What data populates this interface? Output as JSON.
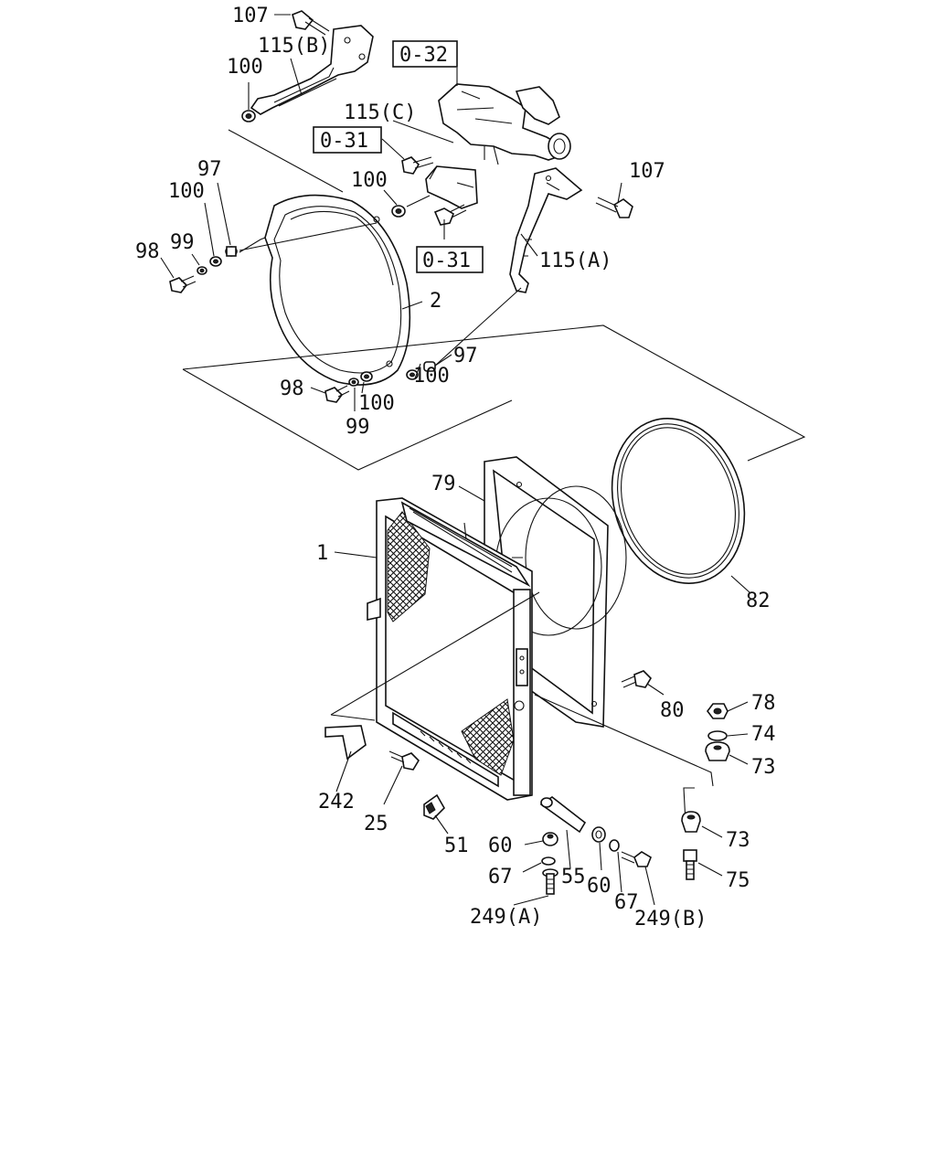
{
  "callouts": {
    "c107a": "107",
    "c115b": "115(B)",
    "c100a": "100",
    "c032": "0-32",
    "c115c": "115(C)",
    "c031a": "0-31",
    "c97a": "97",
    "c100b": "100",
    "c100c": "100",
    "c107b": "107",
    "c98a": "98",
    "c99a": "99",
    "c031b": "0-31",
    "c115a": "115(A)",
    "c2": "2",
    "c97b": "97",
    "c100d": "100",
    "c98b": "98",
    "c100e": "100",
    "c99b": "99",
    "c79": "79",
    "c1": "1",
    "c82": "82",
    "c80": "80",
    "c78": "78",
    "c74": "74",
    "c73a": "73",
    "c242": "242",
    "c25": "25",
    "c51": "51",
    "c60a": "60",
    "c55": "55",
    "c60b": "60",
    "c73b": "73",
    "c67a": "67",
    "c67b": "67",
    "c75": "75",
    "c249a": "249(A)",
    "c249b": "249(B)"
  }
}
